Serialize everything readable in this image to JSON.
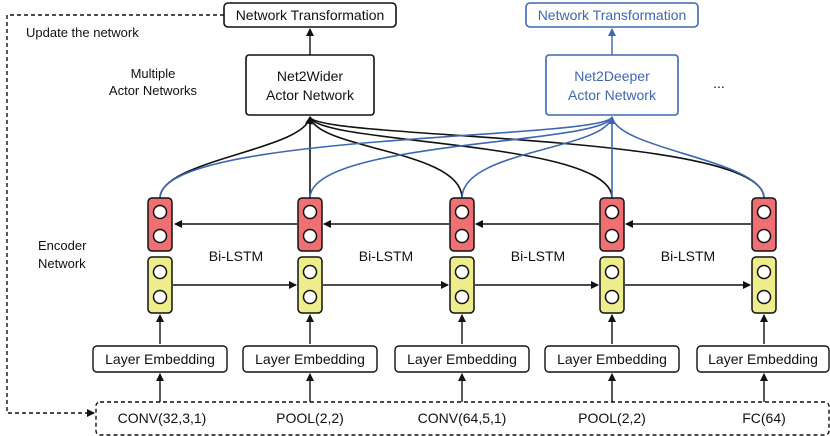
{
  "top": {
    "transform_left": "Network Transformation",
    "transform_right": "Network Transformation",
    "update_label": "Update the network",
    "multiple_label_line1": "Multiple",
    "multiple_label_line2": "Actor Networks",
    "wider_line1": "Net2Wider",
    "wider_line2": "Actor Network",
    "deeper_line1": "Net2Deeper",
    "deeper_line2": "Actor Network",
    "ellipsis": "..."
  },
  "encoder": {
    "label_line1": "Encoder",
    "label_line2": "Network",
    "bilstm_labels": [
      "Bi-LSTM",
      "Bi-LSTM",
      "Bi-LSTM",
      "Bi-LSTM"
    ]
  },
  "embedding_label": "Layer Embedding",
  "layers": [
    "CONV(32,3,1)",
    "POOL(2,2)",
    "CONV(64,5,1)",
    "POOL(2,2)",
    "FC(64)"
  ],
  "colors": {
    "black": "#111111",
    "blue": "#3d68b0",
    "lstm_back": "#ef6f72",
    "lstm_fwd": "#eded8c"
  }
}
